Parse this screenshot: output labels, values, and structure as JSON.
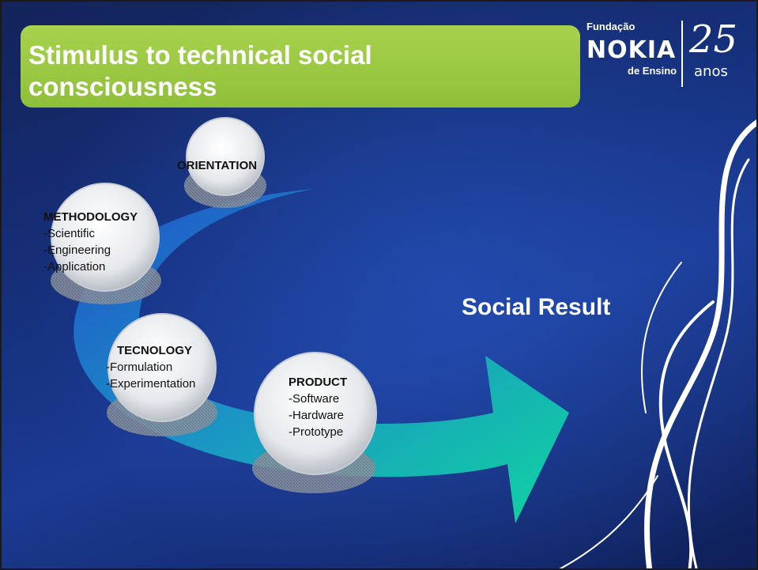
{
  "title": "Stimulus to technical social consciousness",
  "logo": {
    "top_line": "Fundação",
    "brand": "NOKIA",
    "bottom_line": "de Ensino",
    "years": "25",
    "years_label": "anos"
  },
  "nodes": {
    "orientation": {
      "title": "ORIENTATION"
    },
    "methodology": {
      "title": "METHODOLOGY",
      "items": [
        "-Scientific",
        "-Engineering",
        "-Application"
      ]
    },
    "tecnology": {
      "title": "TECNOLOGY",
      "items": [
        "-Formulation",
        "-Experimentation"
      ]
    },
    "product": {
      "title": "PRODUCT",
      "items": [
        "-Software",
        "-Hardware",
        "-Prototype"
      ]
    }
  },
  "result_label": "Social Result",
  "colors": {
    "background": "#16317e",
    "title_box": "#9ccb44",
    "arrow_start": "#1e4fc4",
    "arrow_end": "#12d0a2",
    "circle": "#e9ecef"
  }
}
